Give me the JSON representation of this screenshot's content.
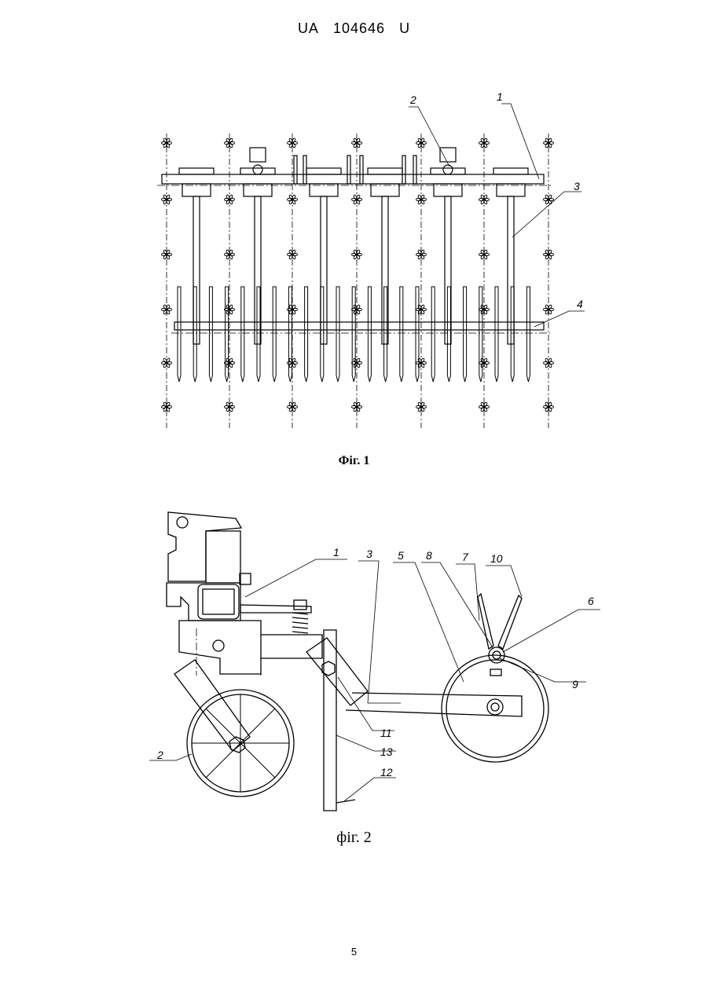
{
  "header": {
    "country": "UA",
    "number": "104646",
    "kind": "U"
  },
  "figure1": {
    "caption": "Фіг. 1",
    "labels": [
      "1",
      "2",
      "3",
      "4"
    ]
  },
  "figure2": {
    "caption": "фіг. 2",
    "labels": [
      "1",
      "3",
      "5",
      "8",
      "7",
      "10",
      "6",
      "9",
      "2",
      "11",
      "13",
      "12"
    ]
  },
  "page_number": "5"
}
